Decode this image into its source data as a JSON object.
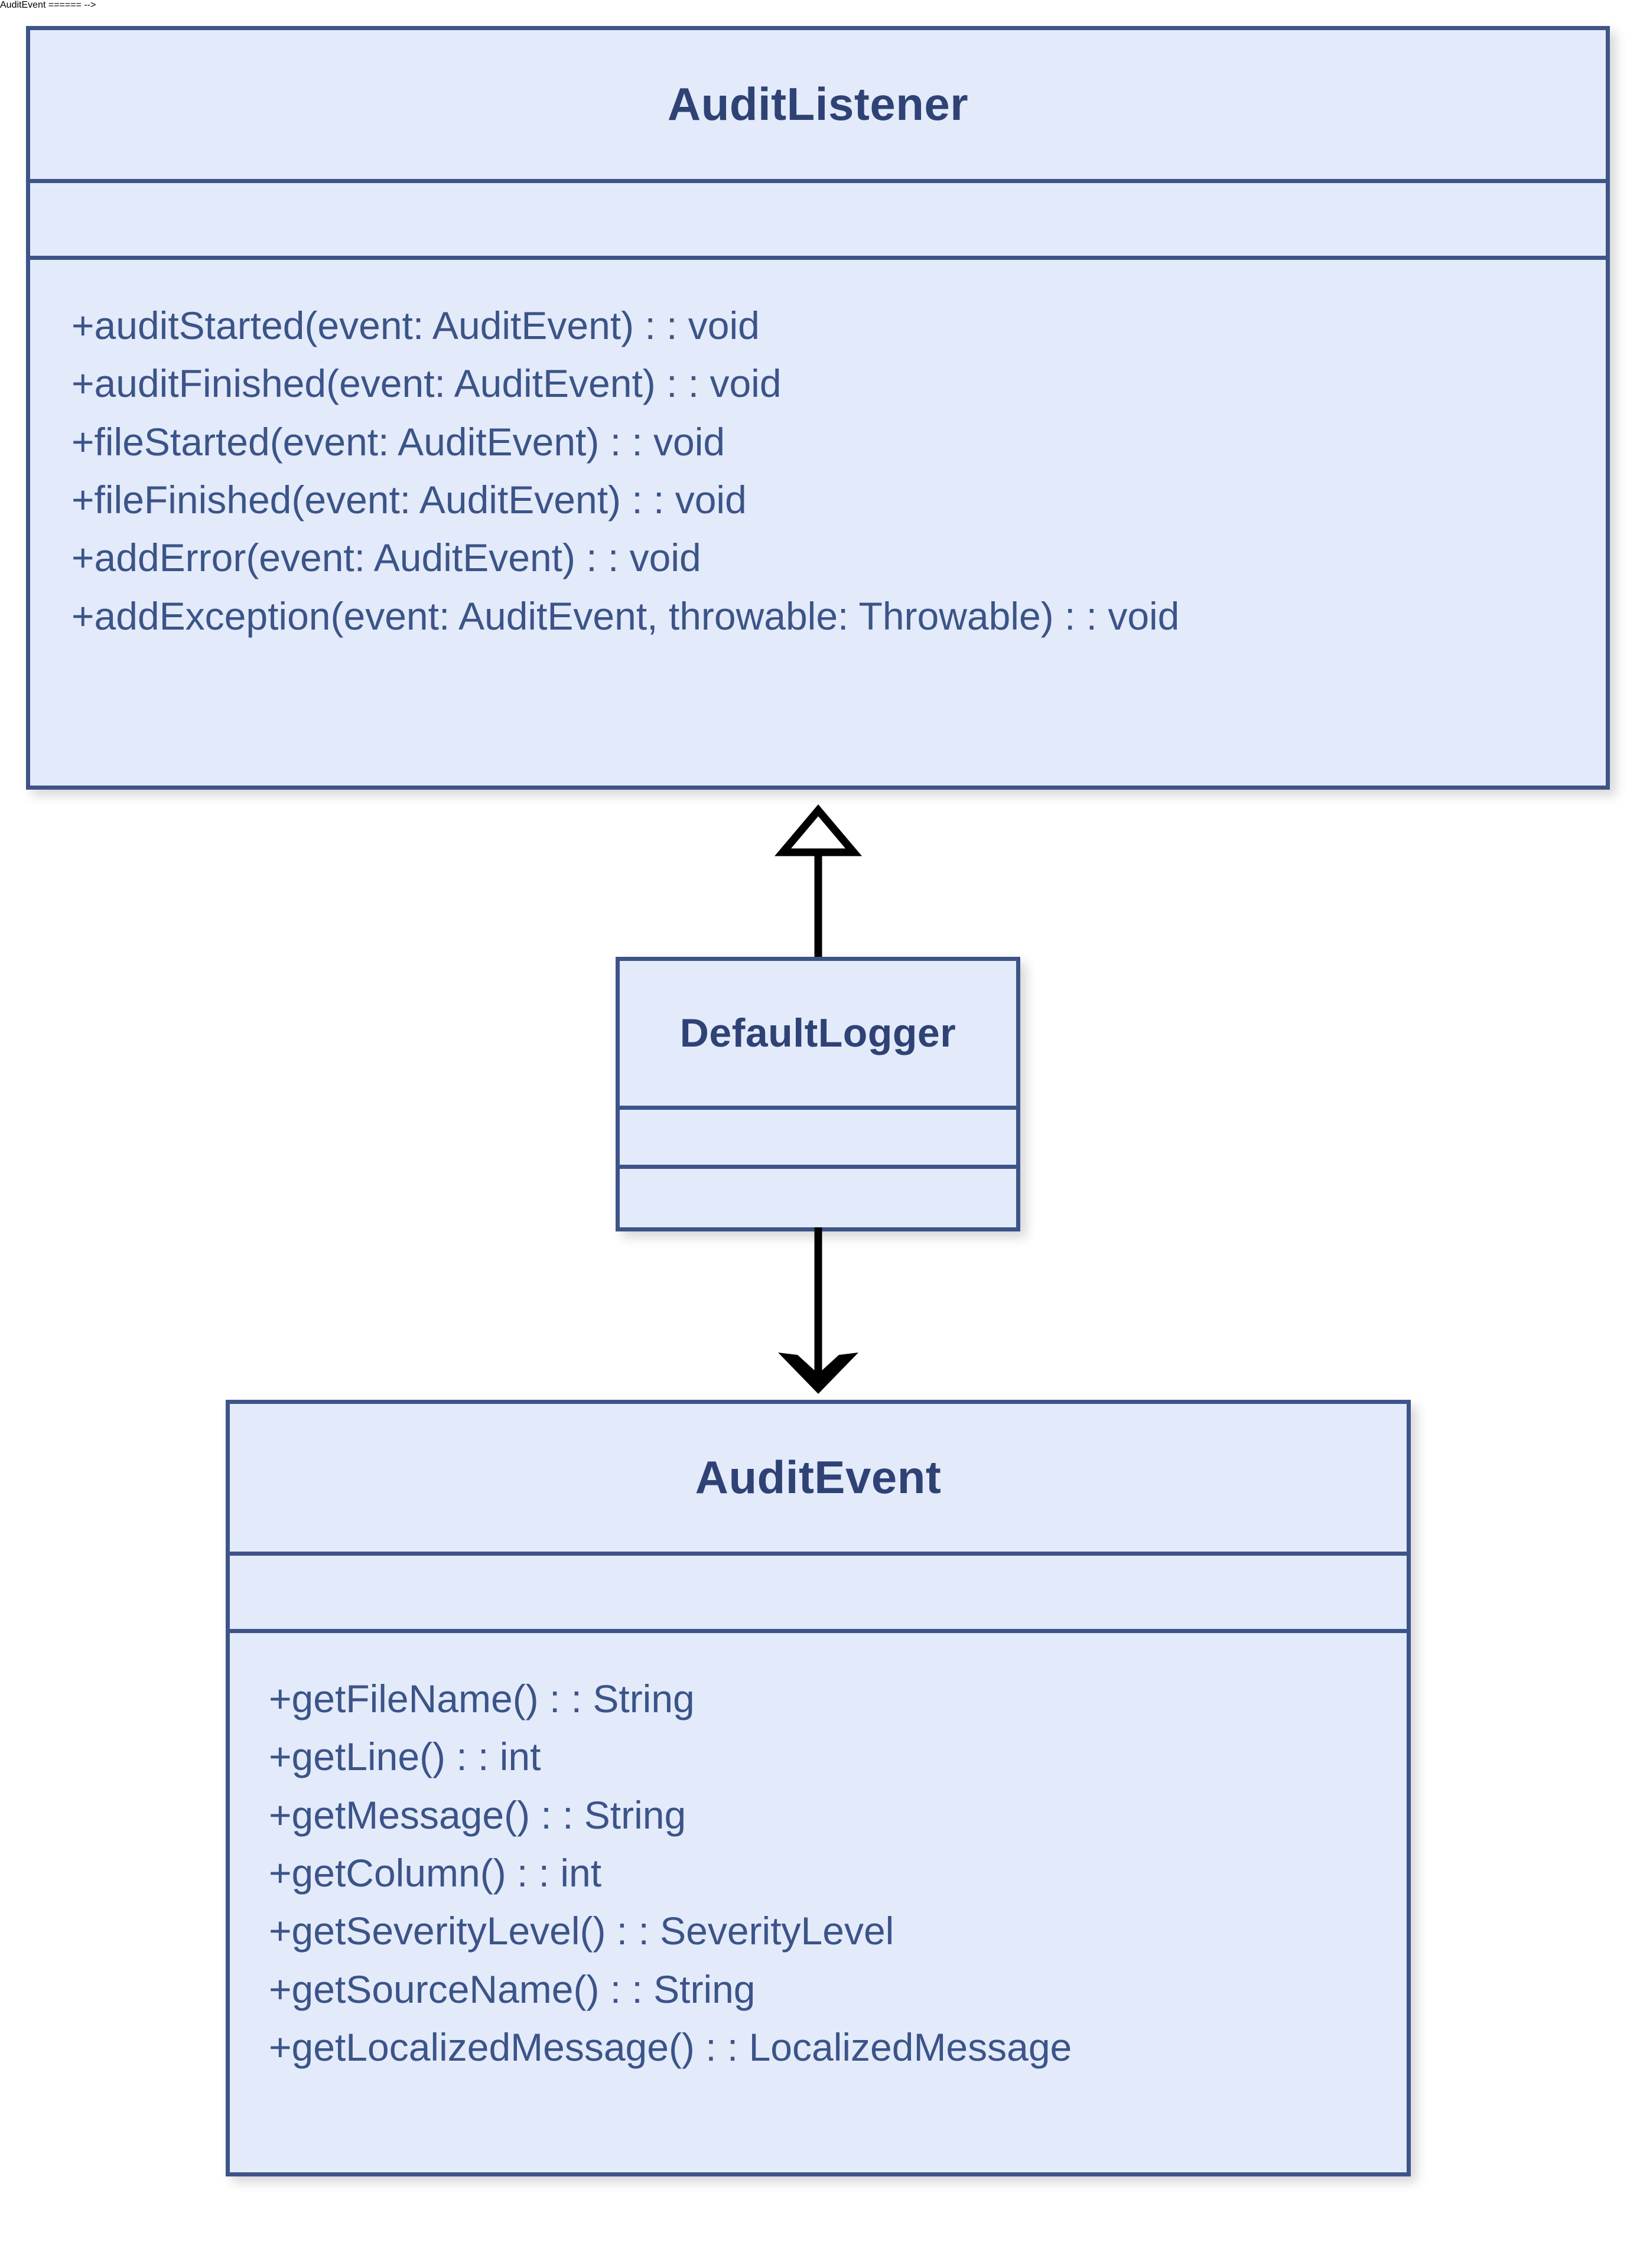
{
  "diagram": {
    "title": "AuditListener / DefaultLogger / AuditEvent class diagram",
    "type": "uml-class-diagram",
    "colors": {
      "class_fill": "#e3eafa",
      "class_border": "#3d5488",
      "title_text": "#2f4275",
      "member_text": "#3b5488",
      "connector": "#000000",
      "background": "#ffffff"
    }
  },
  "classes": {
    "audit_listener": {
      "name": "AuditListener",
      "attributes": [],
      "operations": [
        "+auditStarted(event: AuditEvent) : : void",
        "+auditFinished(event: AuditEvent) : : void",
        "+fileStarted(event: AuditEvent) : : void",
        "+fileFinished(event: AuditEvent) : : void",
        "+addError(event: AuditEvent) : : void",
        "+addException(event: AuditEvent, throwable: Throwable) : : void"
      ]
    },
    "default_logger": {
      "name": "DefaultLogger",
      "attributes": [],
      "operations": []
    },
    "audit_event": {
      "name": "AuditEvent",
      "attributes": [],
      "operations": [
        "+getFileName() : : String",
        "+getLine() : : int",
        "+getMessage() : : String",
        "+getColumn() : : int",
        "+getSeverityLevel() : : SeverityLevel",
        "+getSourceName() : : String",
        "+getLocalizedMessage() : : LocalizedMessage"
      ]
    }
  },
  "relationships": [
    {
      "id": "generalization",
      "from": "DefaultLogger",
      "to": "AuditListener",
      "arrow": "hollow-triangle-up",
      "style": "solid"
    },
    {
      "id": "dependency",
      "from": "DefaultLogger",
      "to": "AuditEvent",
      "arrow": "open-arrow-down",
      "style": "solid"
    }
  ]
}
